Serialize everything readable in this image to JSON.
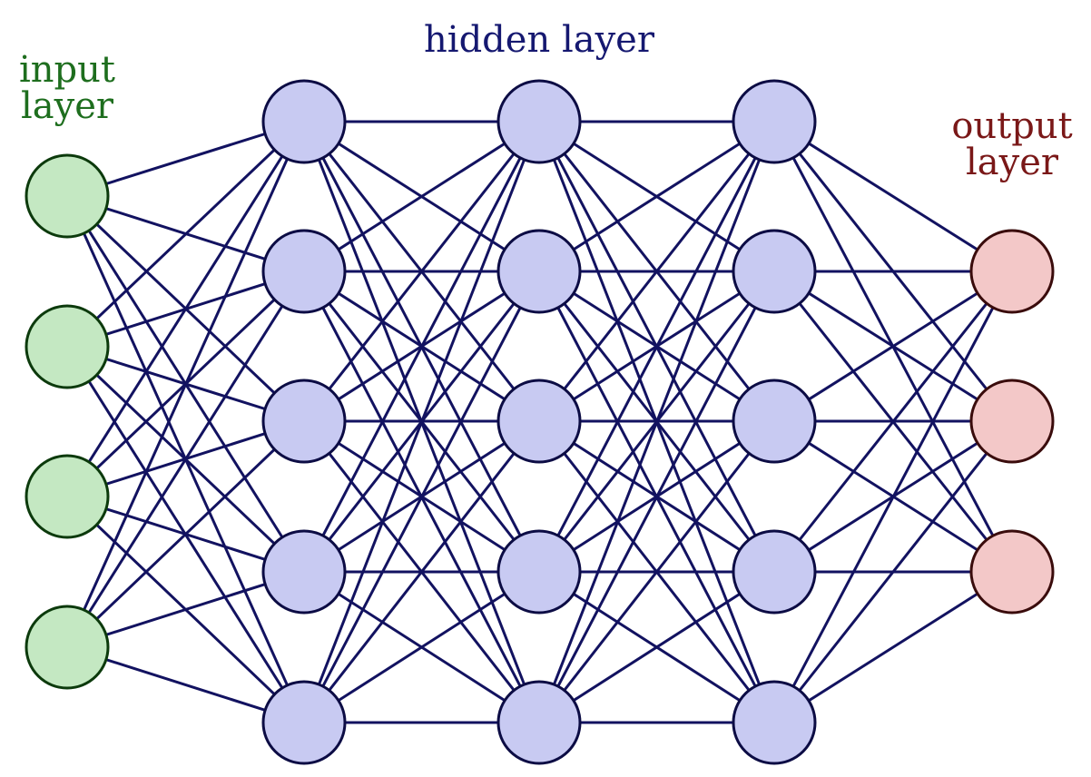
{
  "diagram": {
    "layers": [
      {
        "id": "input",
        "label_lines": [
          "input",
          "layer"
        ],
        "neuron_count": 4,
        "fill": "#c4e8c2",
        "stroke": "#0c3a0c",
        "label_color": "#1e6e1e"
      },
      {
        "id": "hidden-1",
        "neuron_count": 5,
        "fill": "#c8caf2",
        "stroke": "#0c0c44"
      },
      {
        "id": "hidden-2",
        "neuron_count": 5,
        "fill": "#c8caf2",
        "stroke": "#0c0c44"
      },
      {
        "id": "hidden-3",
        "neuron_count": 5,
        "fill": "#c8caf2",
        "stroke": "#0c0c44"
      },
      {
        "id": "output",
        "label_lines": [
          "output",
          "layer"
        ],
        "neuron_count": 3,
        "fill": "#f3c8c8",
        "stroke": "#3a0c0c",
        "label_color": "#7a1818"
      }
    ],
    "hidden_label": "hidden layer",
    "hidden_label_color": "#151870",
    "edge_color": "#121260",
    "connectivity": "fully-connected"
  }
}
